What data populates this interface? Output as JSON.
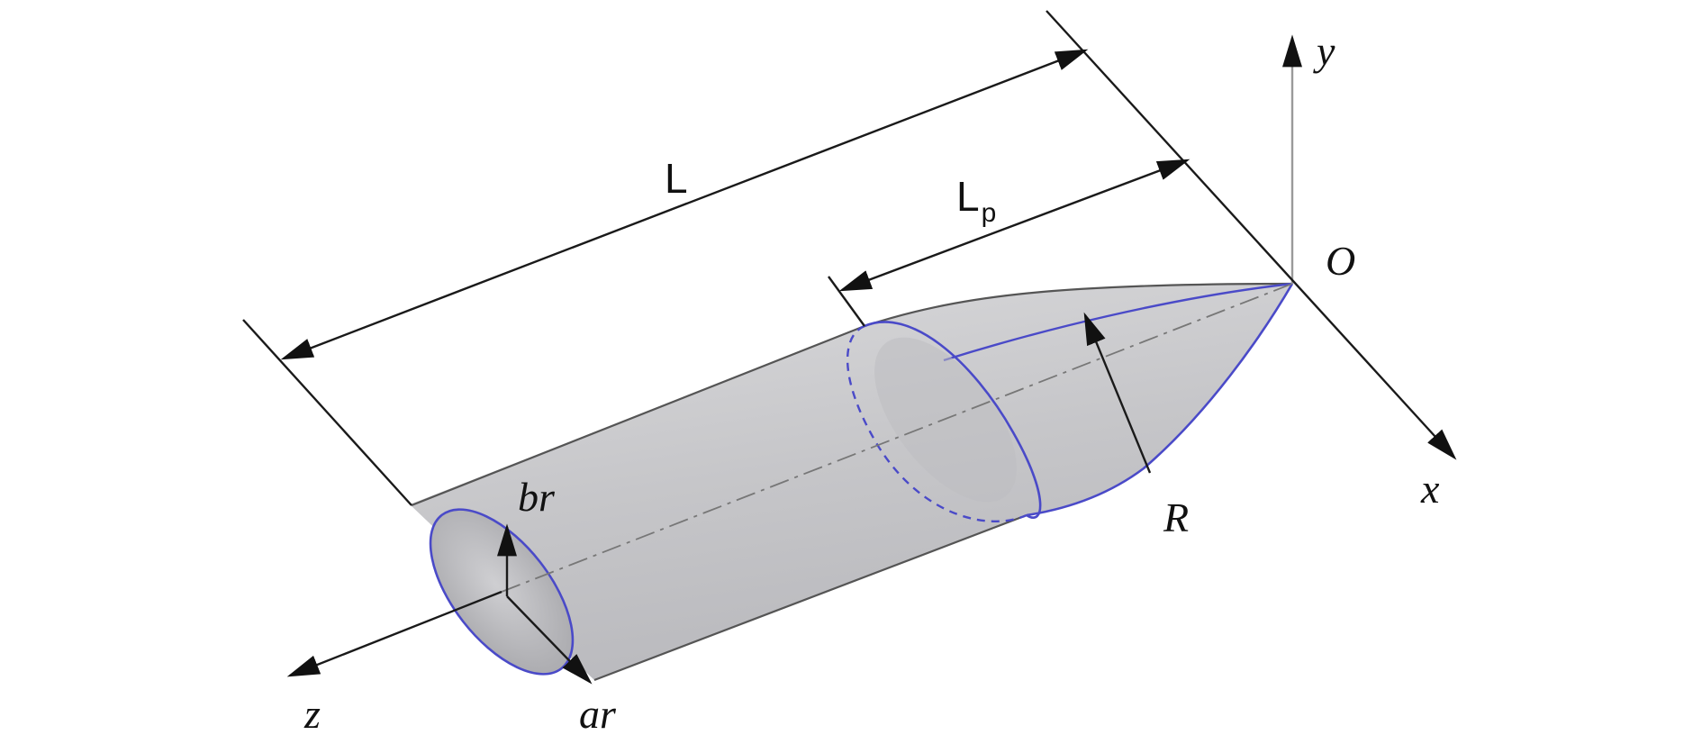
{
  "labels": {
    "L": "L",
    "L_p_main": "L",
    "L_p_sub": "p",
    "R": "R",
    "O": "O",
    "x": "x",
    "y": "y",
    "z": "z",
    "br": "br",
    "ar": "ar"
  },
  "colors": {
    "body_fill": "#c9c9cc",
    "rim_stroke": "#4a4ac8",
    "line": "#1a1a1a",
    "y_axis": "#9a9a9a"
  }
}
